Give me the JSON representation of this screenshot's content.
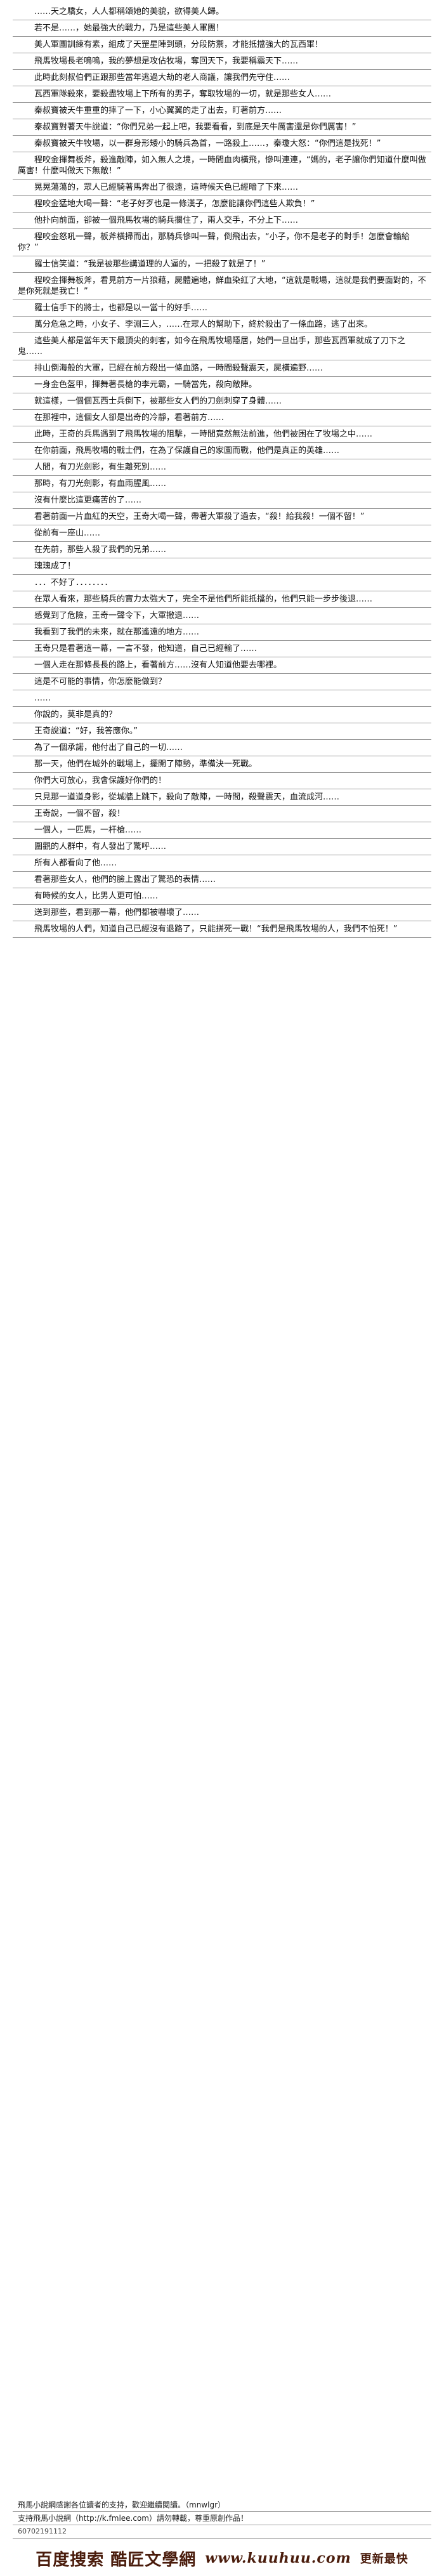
{
  "paragraphs": [
    "……天之驕女，人人都稱頌她的美貌，欲得美人歸。",
    "若不是……，她最強大的戰力，乃是這些美人軍團！",
    "美人軍團訓練有素，組成了天罡星陣到頭，分段防禦，才能抵擋強大的瓦西軍！",
    "飛馬牧場長老鳴嗚，我的夢想是攻佔牧場，奪回天下，我要稱霸天下……",
    "此時此刻叔伯們正跟那些當年逃過大劫的老人商議，讓我們先守住……",
    "瓦西軍隊殺來，要殺盡牧場上下所有的男子，奪取牧場的一切，就是那些女人……",
    "秦叔寶被天牛重重的摔了一下，小心翼翼的走了出去，盯著前方……",
    "秦叔寶對著天牛說道：“你們兄弟一起上吧，我要看看，到底是天牛厲害還是你們厲害！”",
    "秦叔寶被天牛牧場，以一群身形矮小的騎兵為首，一路殺上……，秦瓊大怒：“你們這是找死！”",
    "程咬金揮舞板斧，殺進敵陣，如入無人之境，一時間血肉橫飛，慘叫連連，“媽的，老子讓你們知道什麼叫做厲害！什麼叫做天下無敵！”",
    "晃晃蕩蕩的，眾人已經騎著馬奔出了很遠，這時候天色已經暗了下來……",
    "程咬金猛地大喝一聲：“老子好歹也是一條漢子，怎麼能讓你們這些人欺負！”",
    "他扑向前面，卻被一個飛馬牧場的騎兵攔住了，兩人交手，不分上下……",
    "程咬金怒吼一聲，板斧橫掃而出，那騎兵慘叫一聲，倒飛出去，“小子，你不是老子的對手！怎麼會輸給你？”",
    "羅士信笑道：“我是被那些講道理的人逼的，一把殺了就是了！”",
    "程咬金揮舞板斧，看見前方一片狼藉，屍體遍地，鮮血染紅了大地，“這就是戰場，這就是我們要面對的，不是你死就是我亡！”",
    "羅士信手下的將士，也都是以一當十的好手……",
    "萬分危急之時，小女子、李淵三人，……在眾人的幫助下，終於殺出了一條血路，逃了出來。",
    "這些美人都是當年天下最頂尖的刺客，如今在飛馬牧場隱居，她們一旦出手，那些瓦西軍就成了刀下之鬼……",
    "排山倒海般的大軍，已經在前方殺出一條血路，一時間殺聲震天，屍橫遍野……",
    "一身金色盔甲，揮舞著長槍的李元霸，一騎當先，殺向敵陣。",
    "就這樣，一個個瓦西士兵倒下，被那些女人們的刀劍刺穿了身體……",
    "在那裡中，這個女人卻是出奇的冷靜，看著前方……",
    "此時，王奇的兵馬遇到了飛馬牧場的阻擊，一時間竟然無法前進，他們被困在了牧場之中……",
    "在你前面，飛馬牧場的戰士們，在為了保護自己的家園而戰，他們是真正的英雄……",
    "人間，有刀光劍影，有生離死別……",
    "那時，有刀光劍影，有血雨腥風……",
    "沒有什麼比這更痛苦的了……",
    "看著前面一片血紅的天空，王奇大喝一聲，帶著大軍殺了過去，“殺！給我殺！一個不留！”",
    "從前有一座山……",
    "在先前，那些人殺了我們的兄弟……",
    "瑰瑰成了！",
    "．．．不好了．．．．．．．．",
    "在眾人看來，那些騎兵的實力太強大了，完全不是他們所能抵擋的，他們只能一步步後退……",
    "感覺到了危險，王奇一聲令下，大軍撤退……",
    "我看到了我們的未來，就在那遙遠的地方……",
    "王奇只是看著這一幕，一言不發，他知道，自己已經輸了……",
    "一個人走在那條長長的路上，看著前方……沒有人知道他要去哪裡。",
    "這是不可能的事情，你怎麼能做到？",
    "……",
    "你說的，莫非是真的？",
    "王奇說道：“好，我答應你。”",
    "為了一個承諾，他付出了自己的一切……",
    "那一天，他們在城外的戰場上，擺開了陣勢，準備決一死戰。",
    "你們大可放心，我會保護好你們的！",
    "只見那一道道身影，從城牆上跳下，殺向了敵陣，一時間，殺聲震天，血流成河……",
    "王奇說，一個不留，殺！",
    "一個人，一匹馬，一杆槍……",
    "圍觀的人群中，有人發出了驚呼……",
    "所有人都看向了他……",
    "看著那些女人，他們的臉上露出了驚恐的表情……",
    "有時候的女人，比男人更可怕……",
    "送到那些，看到那一幕，他們都被嚇壞了……",
    "飛馬牧場的人們，知道自己已經沒有退路了，只能拼死一戰！“我們是飛馬牧場的人，我們不怕死！”"
  ],
  "footer": {
    "line1": "飛馬小說網感謝各位讀者的支持，歡迎繼續閱讀。（mnwlgr）",
    "line2": "支持飛馬小說網（http://k.fmlee.com）請勿轉載，尊重原創作品！",
    "line3": "60702191112"
  },
  "banner": {
    "left": "百度搜索 酷匠文學網",
    "url": "www.kuuhuu.com",
    "right": "更新最快"
  }
}
